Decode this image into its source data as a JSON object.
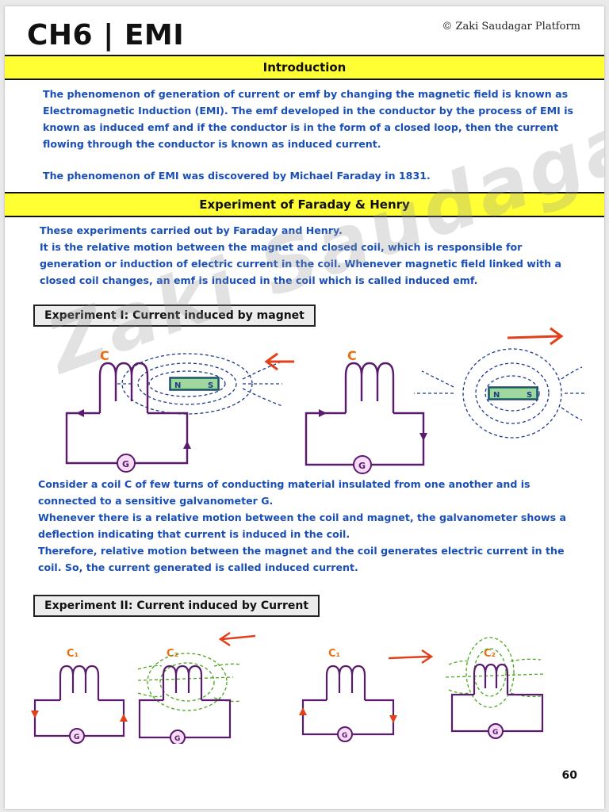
{
  "header": {
    "chapter_title": "CH6 | EMI",
    "copyright": "© Zaki Saudagar Platform"
  },
  "sections": {
    "introduction": {
      "heading": "Introduction",
      "paragraph_1": "The phenomenon of generation of current or emf by changing the magnetic field is known as Electromagnetic Induction (EMI). The emf developed in the conductor by the process of EMI is known as induced emf and if the conductor is in the form of a closed loop, then the current flowing through the conductor is known as induced current.",
      "paragraph_2": "The phenomenon of EMI was discovered by Michael Faraday in 1831."
    },
    "faraday_henry": {
      "heading": "Experiment of Faraday & Henry",
      "paragraph": "These experiments carried out by Faraday and Henry. It is the relative motion between the magnet and closed coil, which is responsible for generation or induction of electric current in the coil. Whenever magnetic field linked with a closed coil changes, an emf is induced in the coil which is called induced emf.",
      "line_1": "These experiments carried out by Faraday and Henry.",
      "line_2": "It is the relative motion between the magnet and closed coil, which is responsible for generation or induction of electric current in the coil. Whenever magnetic field linked with a closed coil changes, an emf is induced in the coil which is called induced emf."
    },
    "experiment_1": {
      "title": "Experiment I: Current induced by magnet",
      "coil_label": "C",
      "magnet_n": "N",
      "magnet_s": "S",
      "galvanometer_label": "G",
      "line_1": "Consider a coil C of few turns of conducting material insulated from one another and is connected to a sensitive galvanometer G.",
      "line_2": "Whenever there is a relative motion between the coil and magnet, the galvanometer shows a deflection indicating that current is induced in the coil.",
      "line_3": "Therefore, relative motion between the magnet and the coil generates electric current in the coil. So, the current generated is called induced current."
    },
    "experiment_2": {
      "title": "Experiment II: Current induced by Current",
      "coil_1_label": "C₁",
      "coil_2_label": "C₂",
      "galvanometer_label": "G"
    }
  },
  "watermark": "Zaki Saudagar",
  "page_number": "60",
  "colors": {
    "band": "#ffff33",
    "text": "#1a4fb8",
    "circuit": "#5a1a6e",
    "label_orange": "#e87010",
    "arrow_red": "#e0401a",
    "field_green": "#4aa61a",
    "field_blue": "#1b3a8a",
    "magnet": "#2a8a4a"
  }
}
